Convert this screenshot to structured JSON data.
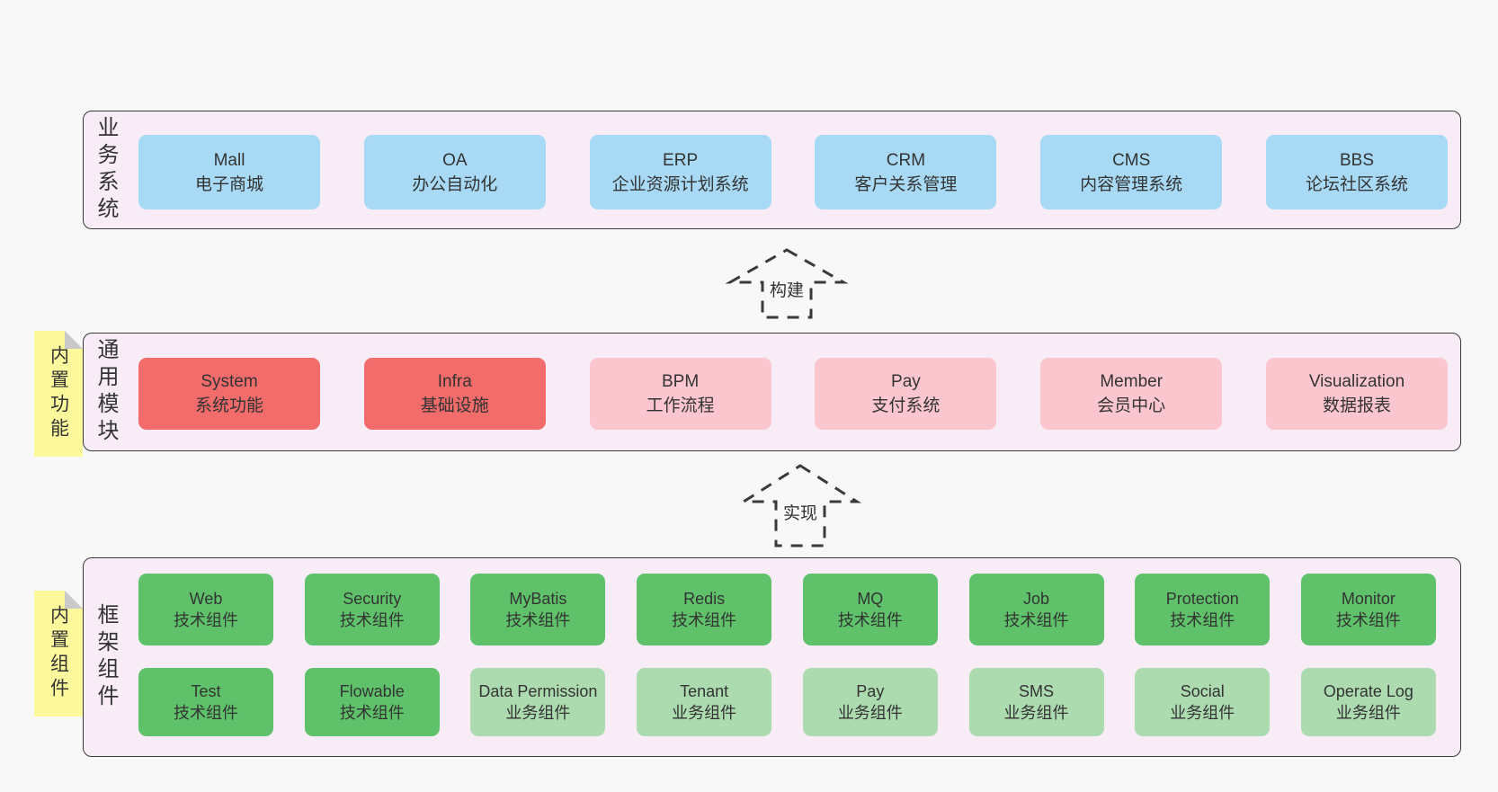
{
  "colors": {
    "page_bg": "#f8f8f8",
    "band_bg": "#f8edf6",
    "band_border": "#3a3a3a",
    "blue": "#a8daf5",
    "red": "#f26c6c",
    "pink": "#fbc6ce",
    "green_dark": "#5fc26a",
    "green_light": "#addbb0",
    "note_yellow": "#fbf99b",
    "note_fold": "#c9c9c9",
    "text": "#333333"
  },
  "arrows": {
    "build": "构建",
    "implement": "实现"
  },
  "bands": {
    "business": {
      "label": "业务系统",
      "items": [
        {
          "name": "Mall",
          "sub": "电子商城",
          "variant": "blue"
        },
        {
          "name": "OA",
          "sub": "办公自动化",
          "variant": "blue"
        },
        {
          "name": "ERP",
          "sub": "企业资源计划系统",
          "variant": "blue"
        },
        {
          "name": "CRM",
          "sub": "客户关系管理",
          "variant": "blue"
        },
        {
          "name": "CMS",
          "sub": "内容管理系统",
          "variant": "blue"
        },
        {
          "name": "BBS",
          "sub": "论坛社区系统",
          "variant": "blue"
        }
      ]
    },
    "modules": {
      "label": "通用模块",
      "note": "内置功能",
      "items": [
        {
          "name": "System",
          "sub": "系统功能",
          "variant": "red"
        },
        {
          "name": "Infra",
          "sub": "基础设施",
          "variant": "red"
        },
        {
          "name": "BPM",
          "sub": "工作流程",
          "variant": "pink"
        },
        {
          "name": "Pay",
          "sub": "支付系统",
          "variant": "pink"
        },
        {
          "name": "Member",
          "sub": "会员中心",
          "variant": "pink"
        },
        {
          "name": "Visualization",
          "sub": "数据报表",
          "variant": "pink"
        }
      ]
    },
    "components": {
      "label": "框架组件",
      "note": "内置组件",
      "row1": [
        {
          "name": "Web",
          "sub": "技术组件",
          "variant": "green-dark"
        },
        {
          "name": "Security",
          "sub": "技术组件",
          "variant": "green-dark"
        },
        {
          "name": "MyBatis",
          "sub": "技术组件",
          "variant": "green-dark"
        },
        {
          "name": "Redis",
          "sub": "技术组件",
          "variant": "green-dark"
        },
        {
          "name": "MQ",
          "sub": "技术组件",
          "variant": "green-dark"
        },
        {
          "name": "Job",
          "sub": "技术组件",
          "variant": "green-dark"
        },
        {
          "name": "Protection",
          "sub": "技术组件",
          "variant": "green-dark"
        },
        {
          "name": "Monitor",
          "sub": "技术组件",
          "variant": "green-dark"
        }
      ],
      "row2": [
        {
          "name": "Test",
          "sub": "技术组件",
          "variant": "green-dark"
        },
        {
          "name": "Flowable",
          "sub": "技术组件",
          "variant": "green-dark"
        },
        {
          "name": "Data Permission",
          "sub": "业务组件",
          "variant": "green-light"
        },
        {
          "name": "Tenant",
          "sub": "业务组件",
          "variant": "green-light"
        },
        {
          "name": "Pay",
          "sub": "业务组件",
          "variant": "green-light"
        },
        {
          "name": "SMS",
          "sub": "业务组件",
          "variant": "green-light"
        },
        {
          "name": "Social",
          "sub": "业务组件",
          "variant": "green-light"
        },
        {
          "name": "Operate Log",
          "sub": "业务组件",
          "variant": "green-light"
        }
      ]
    }
  }
}
